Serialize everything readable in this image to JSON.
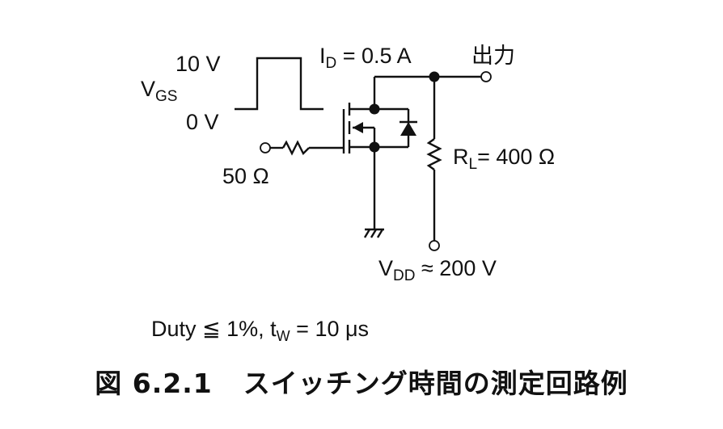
{
  "labels": {
    "high_level": "10 V",
    "vgs_main": "V",
    "vgs_sub": "GS",
    "low_level": "0 V",
    "source_resistance": "50 Ω",
    "id_main": "I",
    "id_sub": "D",
    "id_value": " = 0.5 A",
    "output": "出力",
    "rl_main": "R",
    "rl_sub": "L",
    "rl_value": "= 400 Ω",
    "vdd_main": "V",
    "vdd_sub": "DD",
    "vdd_value": " ≈ 200 V",
    "duty_text": "Duty  ≦  1%, t",
    "tw_sub": "W",
    "tw_value": " = 10 μs"
  },
  "caption": {
    "number": "図  6.2.1",
    "title": "スイッチング時間の測定回路例"
  }
}
